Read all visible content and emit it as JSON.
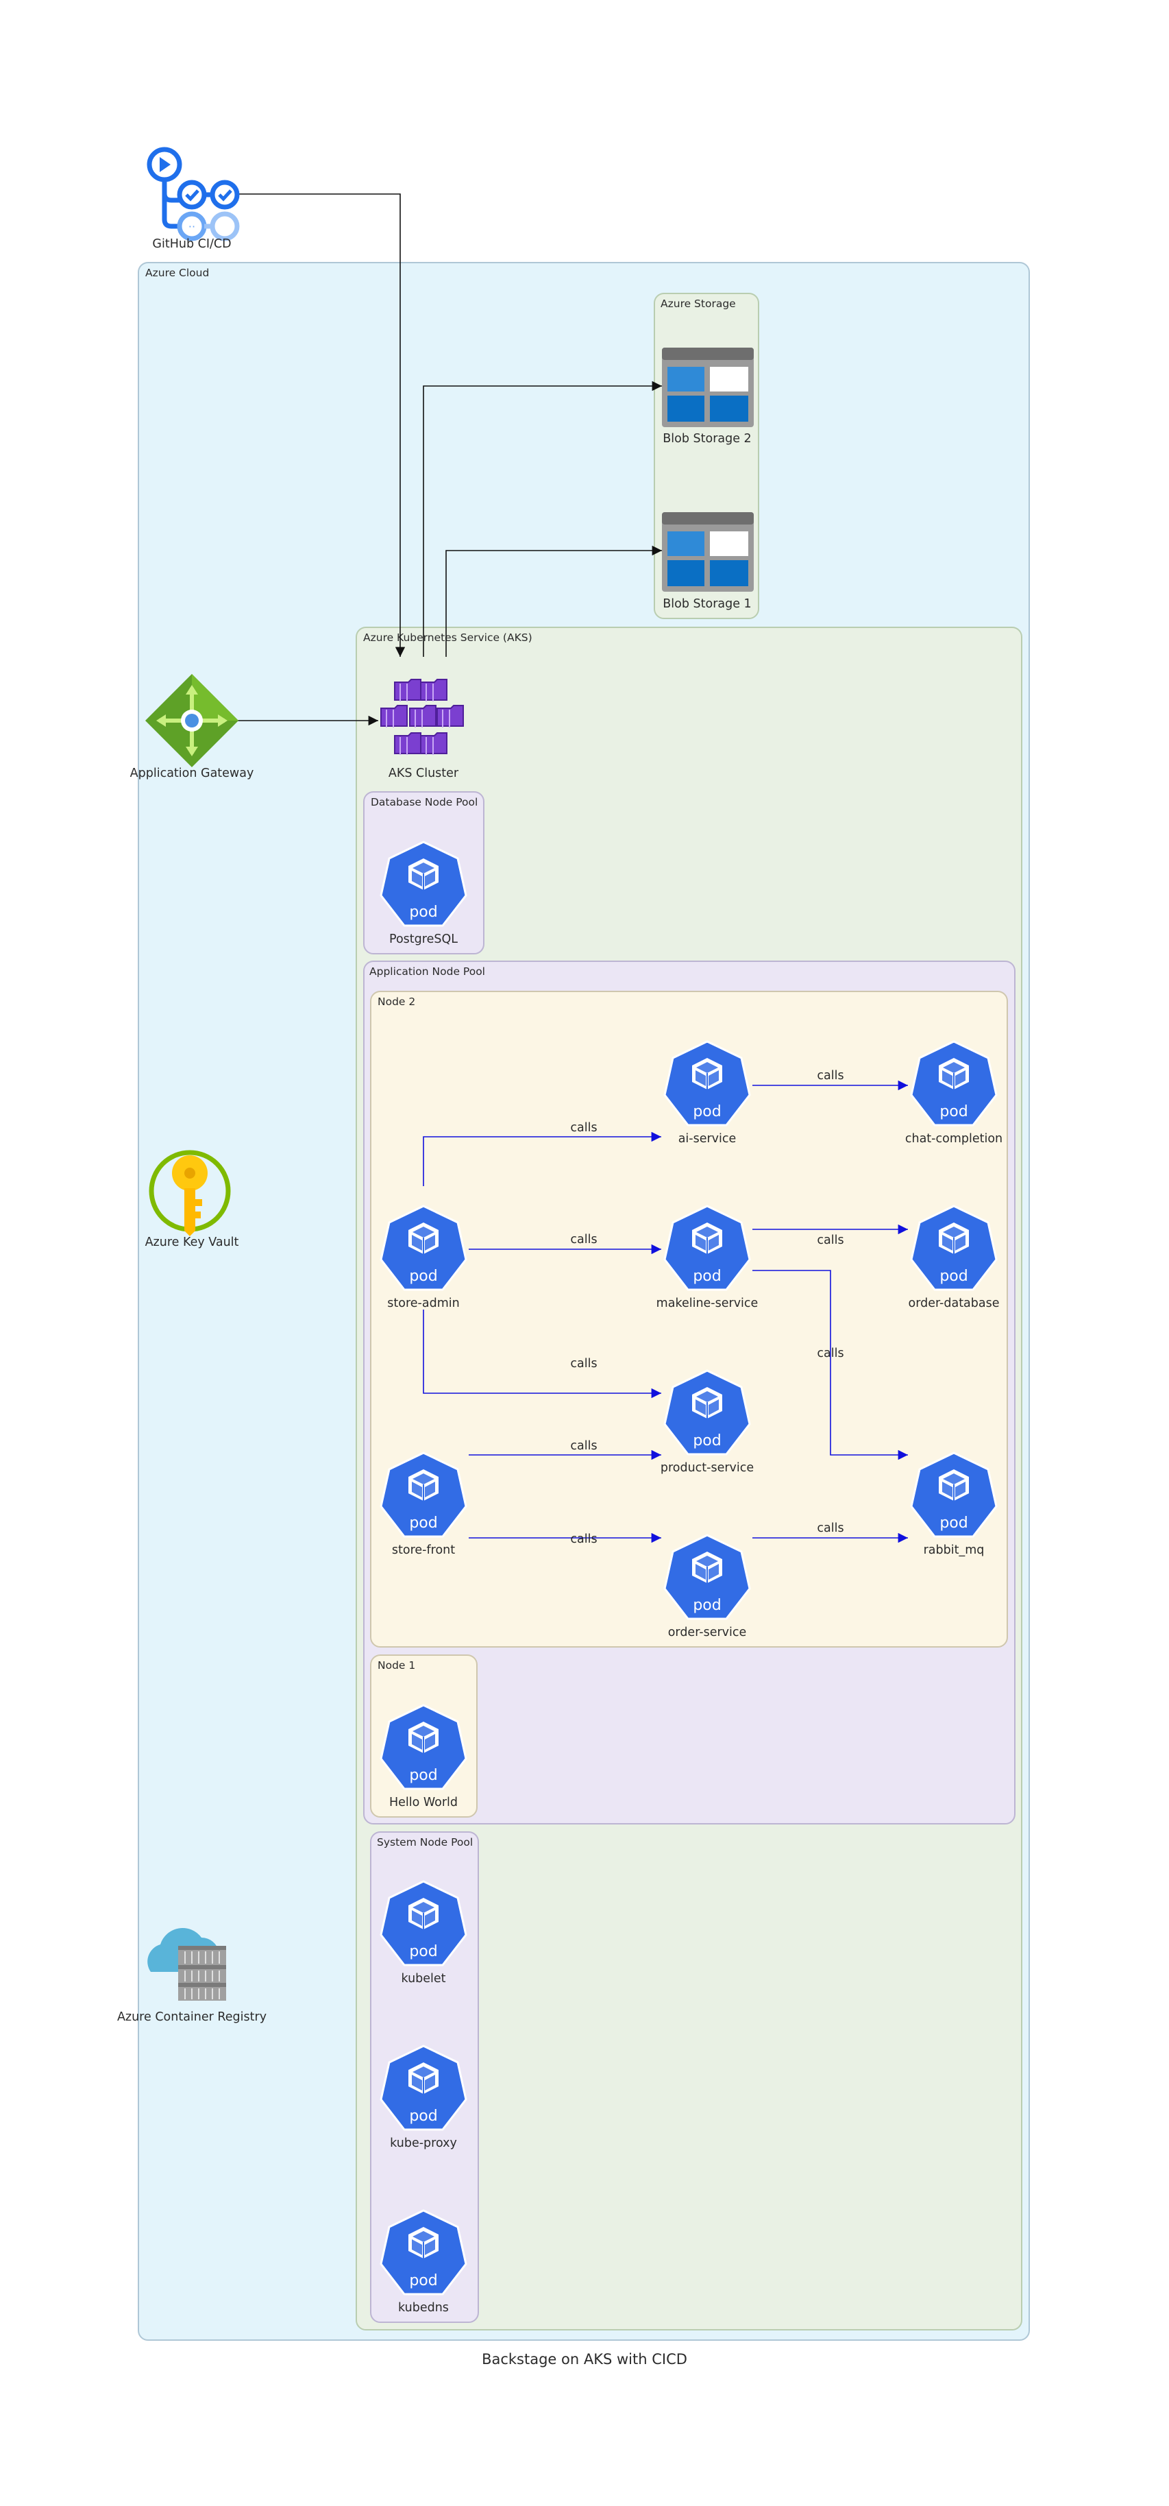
{
  "diagram": {
    "title": "Backstage on AKS with CICD",
    "clusters": {
      "azure_cloud": "Azure Cloud",
      "azure_storage": "Azure Storage",
      "aks": "Azure Kubernetes Service (AKS)",
      "db_pool": "Database Node Pool",
      "app_pool": "Application Node Pool",
      "node2": "Node 2",
      "node1": "Node 1",
      "system_pool": "System Node Pool"
    },
    "nodes": {
      "github": "GitHub CI/CD",
      "blob2": "Blob Storage 2",
      "blob1": "Blob Storage 1",
      "app_gateway": "Application Gateway",
      "aks_cluster": "AKS Cluster",
      "key_vault": "Azure Key Vault",
      "container_registry": "Azure Container Registry",
      "postgres": "PostgreSQL",
      "ai_service": "ai-service",
      "chat_completion": "chat-completion",
      "store_admin": "store-admin",
      "makeline_service": "makeline-service",
      "order_database": "order-database",
      "product_service": "product-service",
      "store_front": "store-front",
      "rabbit_mq": "rabbit_mq",
      "order_service": "order-service",
      "hello_world": "Hello World",
      "kubelet": "kubelet",
      "kube_proxy": "kube-proxy",
      "kubedns": "kubedns"
    },
    "pod_glyph_text": "pod",
    "edge_label": "calls",
    "colors": {
      "azure_cloud_fill": "#E3F4FB",
      "aks_fill": "#E9F1E4",
      "storage_fill": "#E9F1E4",
      "pool_fill": "#EBE6F5",
      "node_fill": "#FCF6E5",
      "pod_blue": "#326CE5",
      "call_edge": "#1010DD",
      "infra_edge": "#111111"
    }
  }
}
